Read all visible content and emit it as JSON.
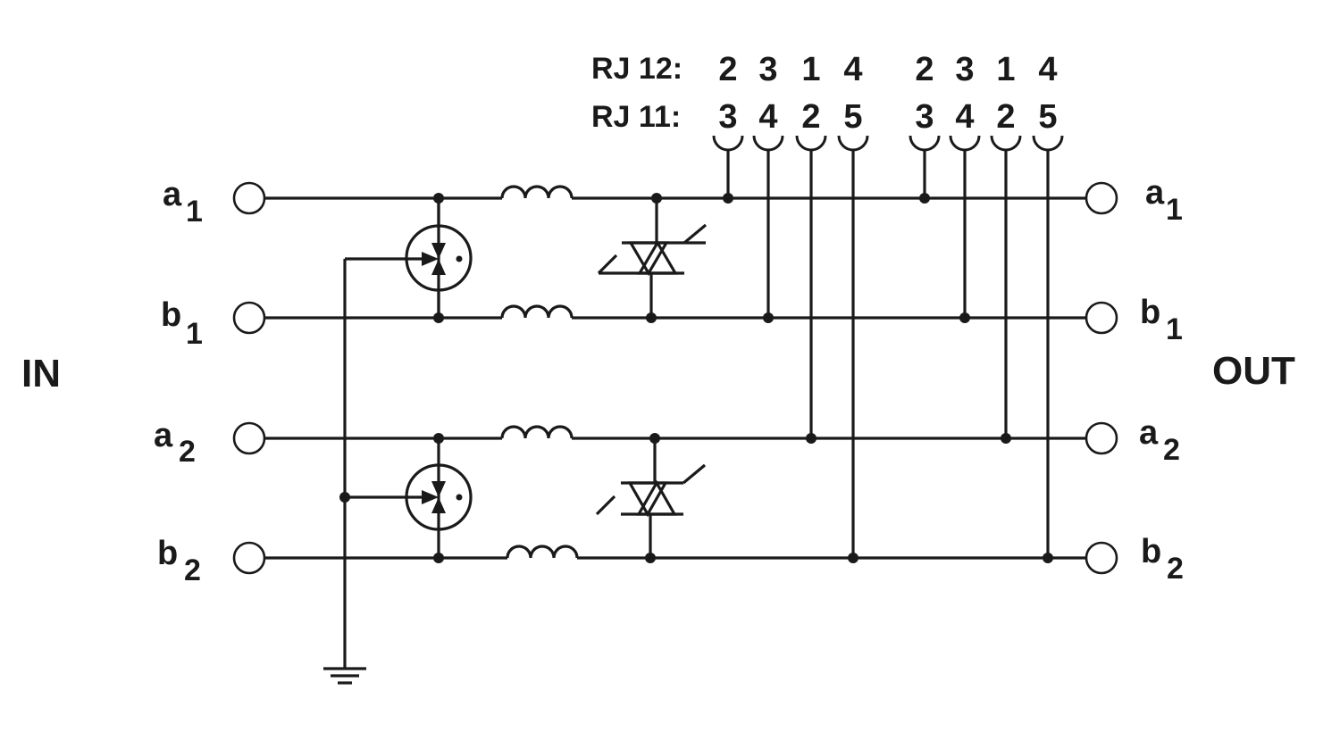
{
  "side_labels": {
    "in": "IN",
    "out": "OUT"
  },
  "terminals": {
    "a1": {
      "main": "a",
      "sub": "1"
    },
    "b1": {
      "main": "b",
      "sub": "1"
    },
    "a2": {
      "main": "a",
      "sub": "2"
    },
    "b2": {
      "main": "b",
      "sub": "2"
    }
  },
  "connector_rows": {
    "rj12": {
      "label": "RJ 12:",
      "pins_1": [
        "2",
        "3",
        "1",
        "4"
      ],
      "pins_2": [
        "2",
        "3",
        "1",
        "4"
      ]
    },
    "rj11": {
      "label": "RJ 11:",
      "pins_1": [
        "3",
        "4",
        "2",
        "5"
      ],
      "pins_2": [
        "3",
        "4",
        "2",
        "5"
      ]
    }
  },
  "colors": {
    "ink": "#1a1a1a",
    "background": "#ffffff"
  }
}
